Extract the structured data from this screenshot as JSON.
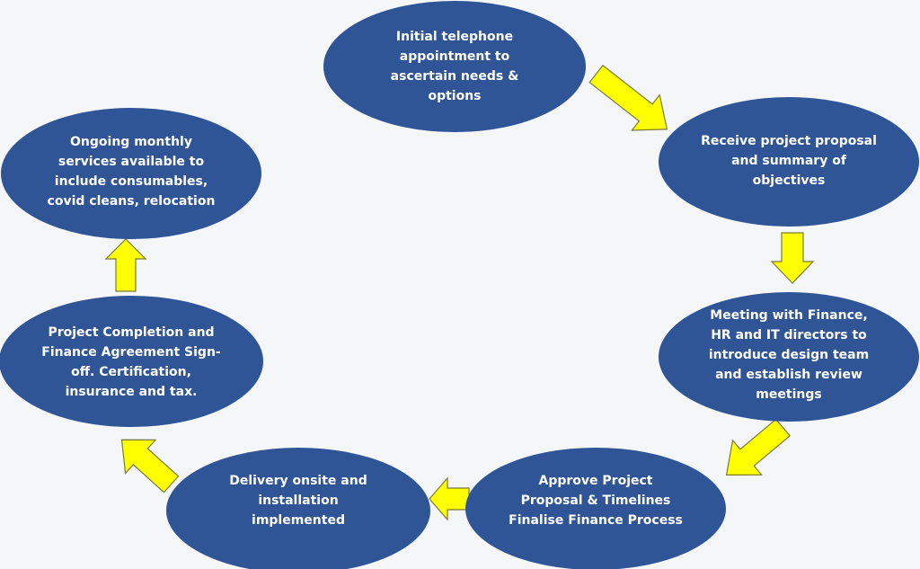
{
  "diagram": {
    "type": "cycle-flow",
    "colors": {
      "background": "#f5f6f7",
      "node_fill": "#2f5597",
      "node_text": "#ffffff",
      "arrow_fill": "#ffff00",
      "arrow_outline": "#7a7a3a"
    },
    "nodes": [
      {
        "id": "step-1",
        "lines": [
          "Initial telephone",
          "appointment to",
          "ascertain needs &",
          "options"
        ]
      },
      {
        "id": "step-2",
        "lines": [
          "Receive project proposal",
          "and summary of",
          "objectives"
        ]
      },
      {
        "id": "step-3",
        "lines": [
          "Meeting with Finance,",
          "HR and IT directors to",
          "introduce design team",
          "and establish review",
          "meetings"
        ]
      },
      {
        "id": "step-4",
        "lines": [
          "Approve Project",
          "Proposal & Timelines",
          "Finalise Finance Process"
        ]
      },
      {
        "id": "step-5",
        "lines": [
          "Delivery onsite and",
          "installation",
          "implemented"
        ]
      },
      {
        "id": "step-6",
        "lines": [
          "Project Completion and",
          "Finance Agreement Sign-",
          "off.  Certification,",
          "insurance and tax."
        ]
      },
      {
        "id": "step-7",
        "lines": [
          "Ongoing monthly",
          "services available to",
          "include consumables,",
          "covid cleans, relocation"
        ]
      }
    ],
    "arrows": [
      {
        "from": "step-1",
        "to": "step-2",
        "direction": "down-right"
      },
      {
        "from": "step-2",
        "to": "step-3",
        "direction": "down"
      },
      {
        "from": "step-3",
        "to": "step-4",
        "direction": "down-left"
      },
      {
        "from": "step-4",
        "to": "step-5",
        "direction": "left"
      },
      {
        "from": "step-5",
        "to": "step-6",
        "direction": "up-left"
      },
      {
        "from": "step-6",
        "to": "step-7",
        "direction": "up"
      }
    ]
  }
}
